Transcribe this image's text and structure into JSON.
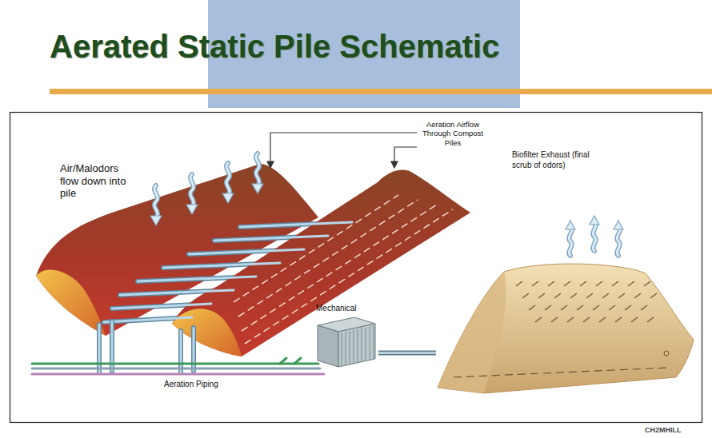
{
  "diagram": {
    "title": "Aerated Static Pile Schematic",
    "nodes": [
      {
        "text": [
          "Mechanical"
        ]
      },
      {
        "text": [
          "Biofilter Exhaust (final scrub of odors)"
        ]
      }
    ],
    "edges": [
      {
        "from": 0,
        "to": 1,
        "arrow": "none"
      }
    ],
    "labels": [
      "Air/Malodors flow down into pile",
      "Aeration Airflow Through Compost Piles",
      "Aeration Piping",
      "CH2MHILL"
    ]
  }
}
